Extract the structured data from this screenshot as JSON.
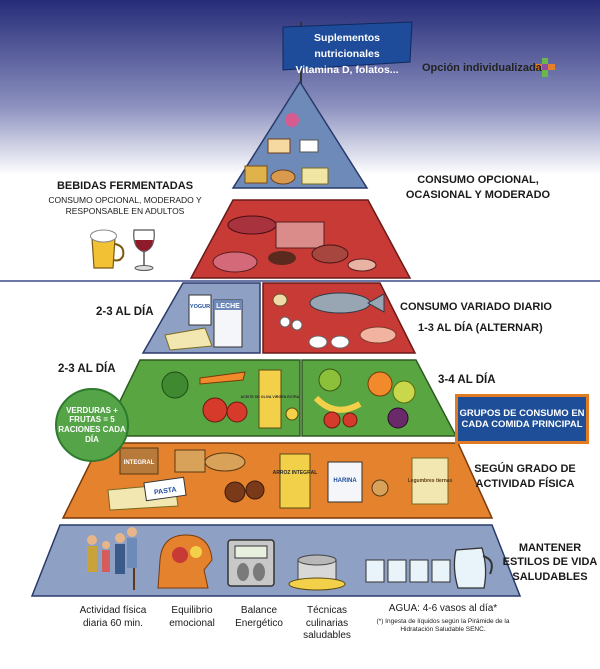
{
  "flag": {
    "lines": [
      "Suplementos nutricionales",
      "Vitamina D, folatos..."
    ]
  },
  "individual": {
    "label": "Opción individualizada"
  },
  "fermented": {
    "title": "BEBIDAS FERMENTADAS",
    "subtitle": "CONSUMO OPCIONAL, MODERADO Y RESPONSABLE EN ADULTOS"
  },
  "optional": {
    "line1": "CONSUMO OPCIONAL,",
    "line2": "OCASIONAL Y MODERADO"
  },
  "level4": {
    "left": "2-3  AL DÍA",
    "right_title": "CONSUMO VARIADO DIARIO",
    "right_freq": "1-3  AL DÍA (ALTERNAR)"
  },
  "level3": {
    "left": "2-3  AL DÍA",
    "right": "3-4  AL DÍA"
  },
  "badge": {
    "text": "VERDURAS + FRUTAS = 5 RACIONES CADA DÍA"
  },
  "groups_box": {
    "text": "GRUPOS DE CONSUMO EN CADA COMIDA PRINCIPAL"
  },
  "level2": {
    "right": "SEGÚN GRADO DE ACTIVIDAD FÍSICA"
  },
  "level1": {
    "right": "MANTENER ESTILOS DE VIDA SALUDABLES"
  },
  "food_labels": {
    "yogur": "YOGUR",
    "leche": "LECHE",
    "aceite": "ACEITE DE OLIVA VIRGEN EXTRA",
    "integral": "INTEGRAL",
    "pasta": "PASTA",
    "arroz": "ARROZ INTEGRAL",
    "harina": "HARINA",
    "legumbres": "Legumbres tiernas"
  },
  "captions": {
    "activity": "Actividad física diaria 60 min.",
    "emotional": "Equilibrio emocional",
    "balance": "Balance Energético",
    "techniques": "Técnicas culinarias saludables",
    "water": "AGUA: 4-6 vasos al día*",
    "footnote": "(*) Ingesta de líquidos según la Pirámide de la Hidratación Saludable SENC."
  },
  "colors": {
    "sky_top": "#262c78",
    "tier_blue": "#8ea1c4",
    "tier_red": "#c83a36",
    "tier_green": "#58a542",
    "tier_orange": "#e4822e",
    "badge_green": "#55a548",
    "box_blue": "#1e4e97"
  }
}
